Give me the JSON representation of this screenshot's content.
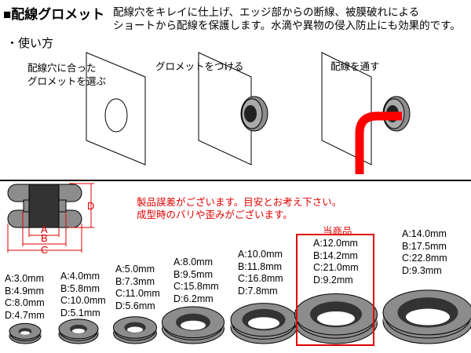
{
  "title": "■配線グロメット",
  "description": [
    "配線穴をキレイに仕上げ、エッジ部からの断線、被膜破れによる",
    "ショートから配線を保護します。水滴や異物の侵入防止にも効果的です。"
  ],
  "howto_heading": "・使い方",
  "steps": [
    {
      "line1": "配線穴に合った",
      "line2": "グロメットを選ぶ"
    },
    {
      "line1": "グロメットをつける"
    },
    {
      "line1": "配線を通す"
    }
  ],
  "diagram_labels": {
    "a": "A",
    "b": "B",
    "c": "C",
    "d": "D"
  },
  "notes": [
    "製品誤差がございます。目安とお考え下さい。",
    "成型時のバリや歪みがございます。"
  ],
  "current_product_label": "当商品",
  "colors": {
    "accent_red": "#e00000",
    "grommet_gray": "#8c8c8c",
    "grommet_dark": "#333333"
  },
  "sizes": [
    {
      "a": "A:3.0mm",
      "b": "B:4.9mm",
      "c": "C:8.0mm",
      "d": "D:4.7mm"
    },
    {
      "a": "A:4.0mm",
      "b": "B:5.8mm",
      "c": "C:10.0mm",
      "d": "D:5.1mm"
    },
    {
      "a": "A:5.0mm",
      "b": "B:7.3mm",
      "c": "C:11.0mm",
      "d": "D:5.6mm"
    },
    {
      "a": "A:8.0mm",
      "b": "B:9.5mm",
      "c": "C:15.8mm",
      "d": "D:6.2mm"
    },
    {
      "a": "A:10.0mm",
      "b": "B:11.8mm",
      "c": "C:16.8mm",
      "d": "D:7.8mm"
    },
    {
      "a": "A:12.0mm",
      "b": "B:14.2mm",
      "c": "C:21.0mm",
      "d": "D:9.2mm"
    },
    {
      "a": "A:14.0mm",
      "b": "B:17.5mm",
      "c": "C:22.8mm",
      "d": "D:9.3mm"
    }
  ]
}
